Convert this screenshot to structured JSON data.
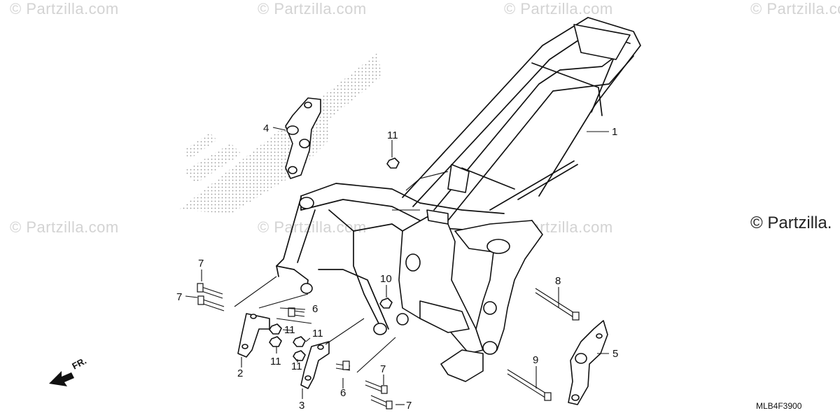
{
  "watermarks": [
    "© Partzilla.com",
    "© Partzilla.com",
    "© Partzilla.com",
    "© Partzilla.com",
    "© Partzilla.com",
    "© Partzilla.com",
    "© Partzilla.com"
  ],
  "watermark_dark": "© Partzilla.",
  "diagram_code": "MLB4F3900",
  "direction_label": "FR.",
  "callouts": {
    "c1": "1",
    "c2": "2",
    "c3": "3",
    "c4": "4",
    "c5": "5",
    "c6a": "6",
    "c6b": "6",
    "c7a": "7",
    "c7b": "7",
    "c7c": "7",
    "c7d": "7",
    "c8": "8",
    "c9": "9",
    "c10": "10",
    "c11a": "11",
    "c11b": "11",
    "c11c": "11",
    "c11d": "11",
    "c11e": "11"
  }
}
